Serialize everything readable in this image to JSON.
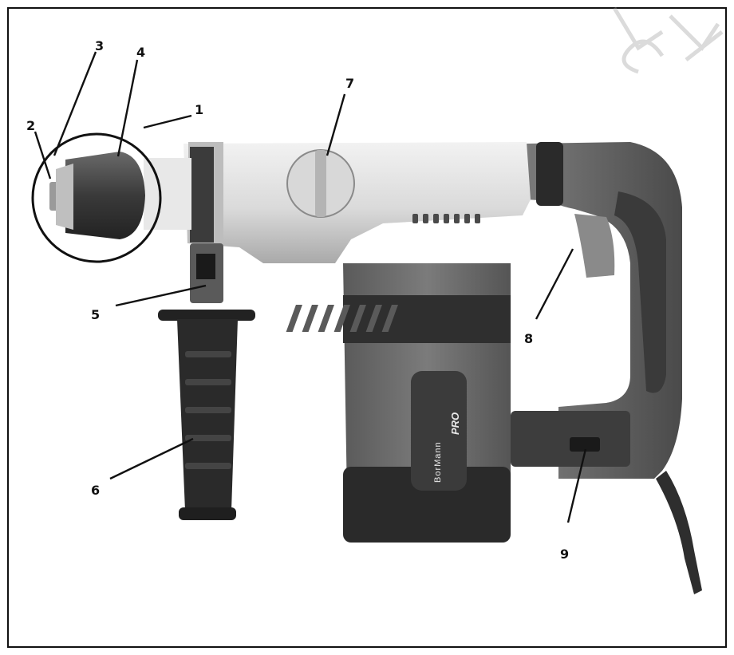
{
  "labels": [
    "1",
    "2",
    "3",
    "4",
    "5",
    "6",
    "7",
    "8",
    "9"
  ],
  "brand": {
    "name": "BorMann",
    "line": "PRO"
  },
  "colors": {
    "body": "#6a6a6a",
    "dark": "#2b2b2b",
    "light": "#e4e4e4"
  }
}
